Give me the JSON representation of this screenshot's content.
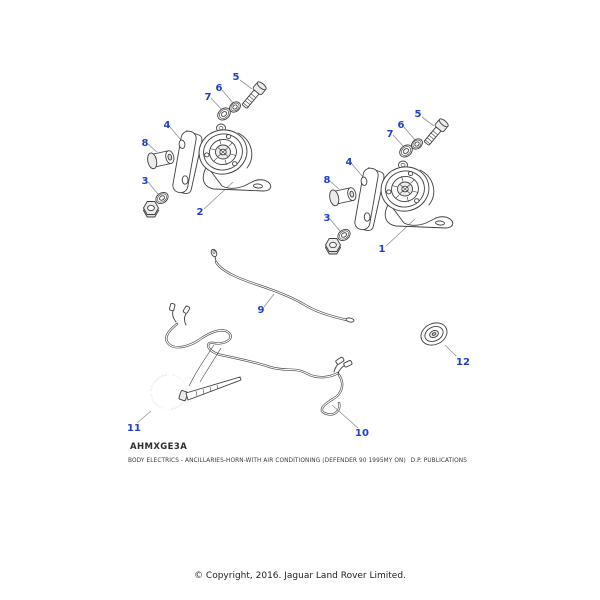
{
  "page": {
    "drawing_code": "AHMXGE3A",
    "description": "BODY ELECTRICS - ANCILLARIES-HORN-WITH AIR CONDITIONING (DEFENDER 90 1995MY ON)",
    "publisher": "D.P. PUBLICATIONS",
    "copyright": "© Copyright, 2016. Jaguar Land Rover Limited."
  },
  "colors": {
    "callout": "#2040cc",
    "line": "#3f3f3f",
    "leader": "#909090"
  },
  "callouts": {
    "c1": "1",
    "c2": "2",
    "c3": "3",
    "c4": "4",
    "c5": "5",
    "c6": "6",
    "c7": "7",
    "c8": "8",
    "c9": "9",
    "c10": "10",
    "c11": "11",
    "c12": "12"
  }
}
